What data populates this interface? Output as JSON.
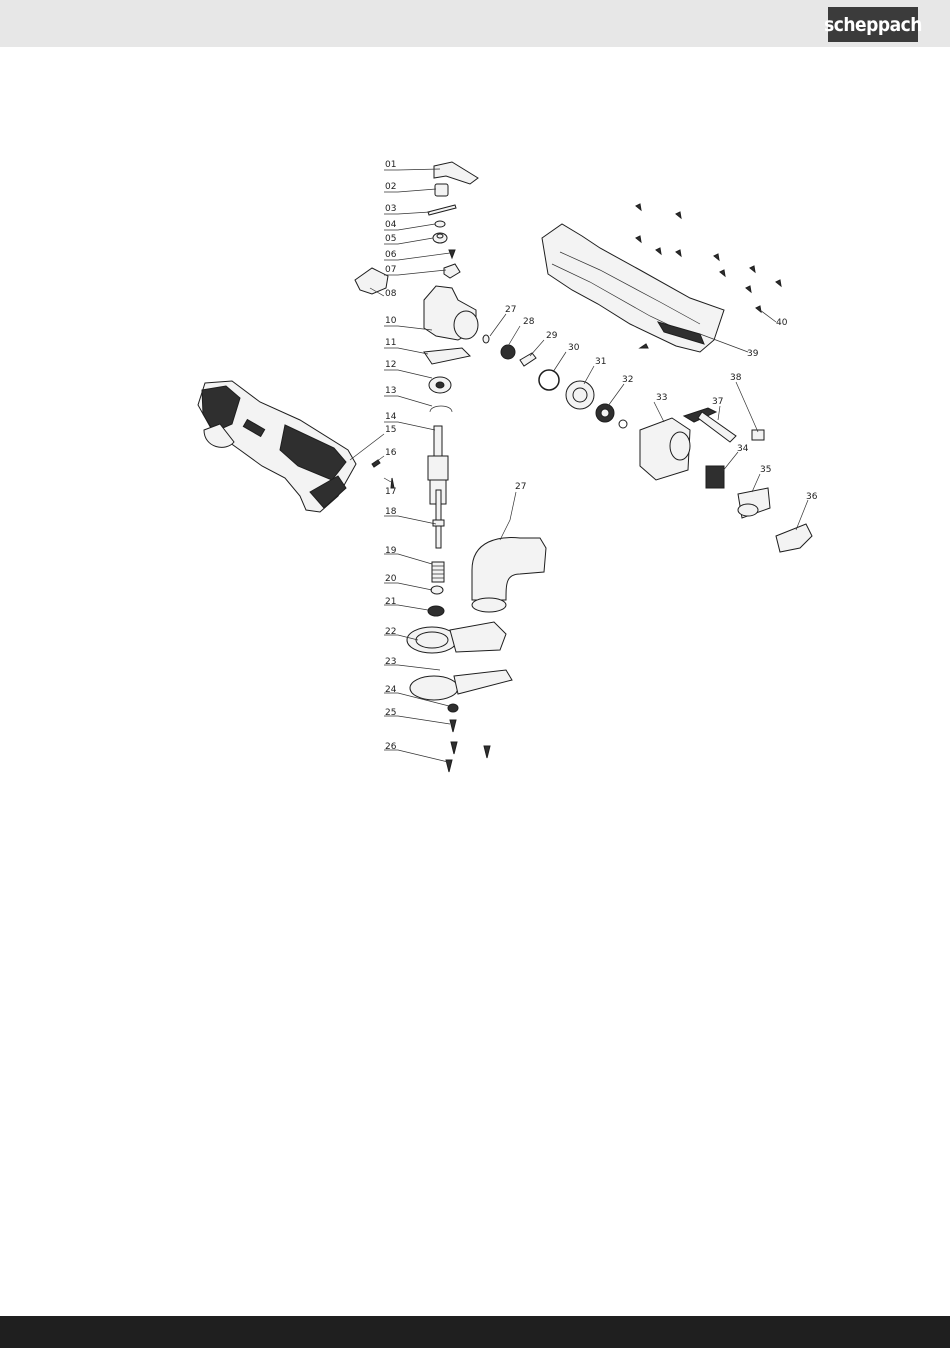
{
  "header": {
    "logo_text": "scheppach"
  },
  "diagram": {
    "callouts": [
      {
        "label": "01",
        "name": "callout-01"
      },
      {
        "label": "02",
        "name": "callout-02"
      },
      {
        "label": "03",
        "name": "callout-03"
      },
      {
        "label": "04",
        "name": "callout-04"
      },
      {
        "label": "05",
        "name": "callout-05"
      },
      {
        "label": "06",
        "name": "callout-06"
      },
      {
        "label": "07",
        "name": "callout-07"
      },
      {
        "label": "08",
        "name": "callout-08"
      },
      {
        "label": "10",
        "name": "callout-10"
      },
      {
        "label": "11",
        "name": "callout-11"
      },
      {
        "label": "12",
        "name": "callout-12"
      },
      {
        "label": "13",
        "name": "callout-13"
      },
      {
        "label": "14",
        "name": "callout-14"
      },
      {
        "label": "15",
        "name": "callout-15"
      },
      {
        "label": "16",
        "name": "callout-16"
      },
      {
        "label": "17",
        "name": "callout-17"
      },
      {
        "label": "18",
        "name": "callout-18"
      },
      {
        "label": "19",
        "name": "callout-19"
      },
      {
        "label": "20",
        "name": "callout-20"
      },
      {
        "label": "21",
        "name": "callout-21"
      },
      {
        "label": "22",
        "name": "callout-22"
      },
      {
        "label": "23",
        "name": "callout-23"
      },
      {
        "label": "24",
        "name": "callout-24"
      },
      {
        "label": "25",
        "name": "callout-25"
      },
      {
        "label": "26",
        "name": "callout-26"
      },
      {
        "label": "27",
        "name": "callout-27-hose"
      },
      {
        "label": "27",
        "name": "callout-27-ring"
      },
      {
        "label": "28",
        "name": "callout-28"
      },
      {
        "label": "29",
        "name": "callout-29"
      },
      {
        "label": "30",
        "name": "callout-30"
      },
      {
        "label": "31",
        "name": "callout-31"
      },
      {
        "label": "32",
        "name": "callout-32"
      },
      {
        "label": "33",
        "name": "callout-33"
      },
      {
        "label": "34",
        "name": "callout-34"
      },
      {
        "label": "35",
        "name": "callout-35"
      },
      {
        "label": "36",
        "name": "callout-36"
      },
      {
        "label": "37",
        "name": "callout-37"
      },
      {
        "label": "38",
        "name": "callout-38"
      },
      {
        "label": "39",
        "name": "callout-39"
      },
      {
        "label": "40",
        "name": "callout-40"
      }
    ]
  },
  "colors": {
    "header_band": "#e7e7e7",
    "logo_bg": "#3b3b3b",
    "footer_band": "#1f1f1f"
  }
}
